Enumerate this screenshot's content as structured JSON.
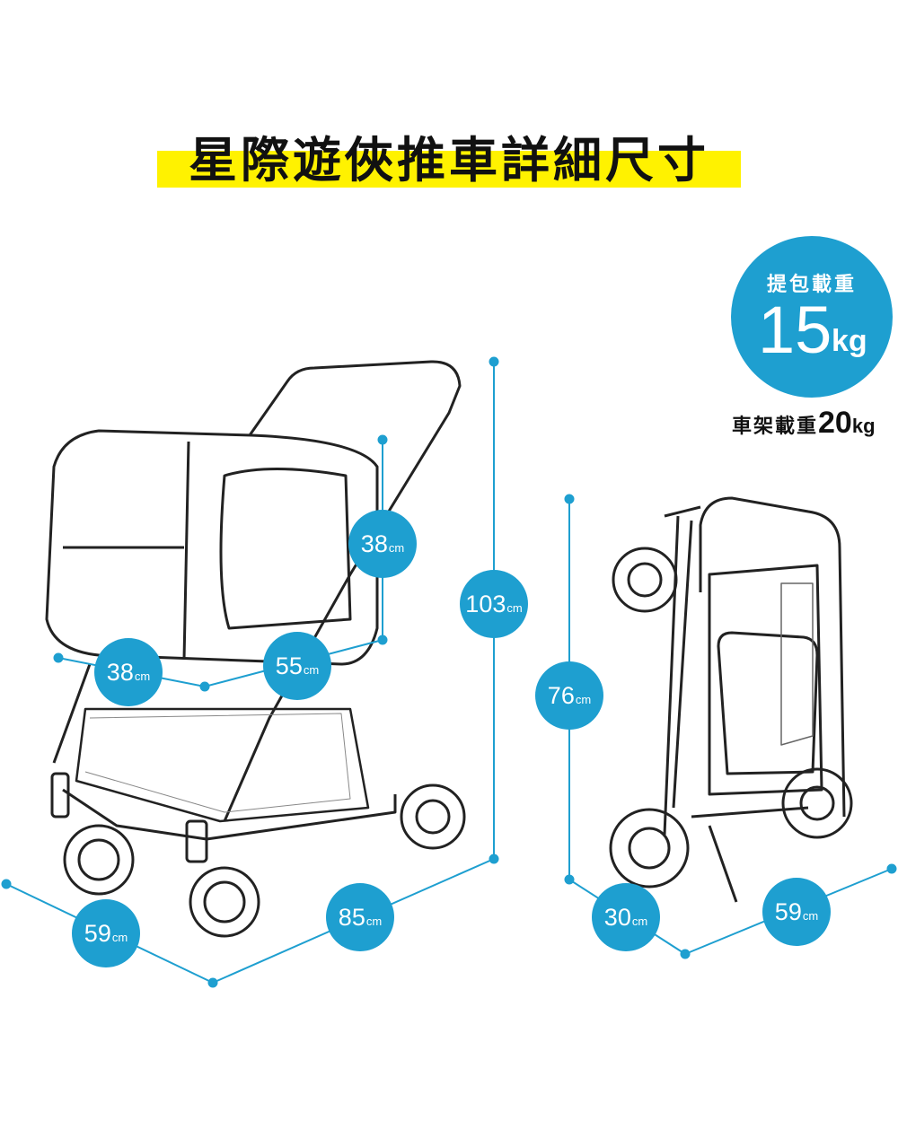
{
  "title": "星際遊俠推車詳細尺寸",
  "accent_color": "#1e9fd0",
  "highlight_color": "#fff200",
  "bag_load": {
    "label": "提包載重",
    "value": "15",
    "unit": "kg"
  },
  "frame_load": {
    "label": "車架載重",
    "value": "20",
    "unit": "kg"
  },
  "unfolded_dimensions": [
    {
      "name": "bag-height",
      "value": "38",
      "unit": "cm"
    },
    {
      "name": "bag-width",
      "value": "38",
      "unit": "cm"
    },
    {
      "name": "bag-length",
      "value": "55",
      "unit": "cm"
    },
    {
      "name": "total-height",
      "value": "103",
      "unit": "cm"
    },
    {
      "name": "width",
      "value": "59",
      "unit": "cm"
    },
    {
      "name": "length",
      "value": "85",
      "unit": "cm"
    }
  ],
  "folded_dimensions": [
    {
      "name": "folded-height",
      "value": "76",
      "unit": "cm"
    },
    {
      "name": "folded-depth",
      "value": "30",
      "unit": "cm"
    },
    {
      "name": "folded-width",
      "value": "59",
      "unit": "cm"
    }
  ]
}
